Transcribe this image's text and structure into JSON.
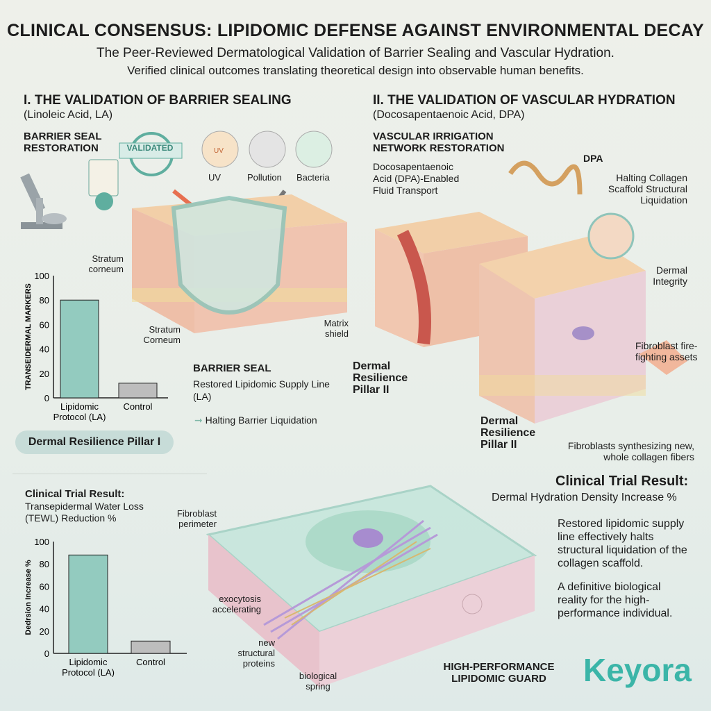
{
  "header": {
    "title": "CLINICAL CONSENSUS: LIPIDOMIC DEFENSE AGAINST ENVIRONMENTAL DECAY",
    "subtitle": "The Peer-Reviewed Dermatological Validation of Barrier Sealing and Vascular Hydration.",
    "tagline": "Verified clinical outcomes translating theoretical design into observable human benefits."
  },
  "section1": {
    "heading": "I. THE VALIDATION OF BARRIER SEALING",
    "sub": "(Linoleic Acid, LA)",
    "restoration": "BARRIER SEAL RESTORATION",
    "badge": "VALIDATED",
    "threats": [
      "UV",
      "Pollution",
      "Bacteria"
    ],
    "uv_icon_text": "UV",
    "stratum_upper": "Stratum corneum",
    "stratum_lower": "Stratum Corneum",
    "matrix": "Matrix shield",
    "barrier_title": "BARRIER SEAL",
    "barrier_text": "Restored Lipidomic Supply Line (LA)",
    "halting": "Halting Barrier Liquidation",
    "pillar": "Dermal Resilience Pillar I"
  },
  "section2": {
    "heading": "II. THE VALIDATION OF VASCULAR HYDRATION",
    "sub": "(Docosapentaenoic Acid, DPA)",
    "network": "VASCULAR IRRIGATION NETWORK RESTORATION",
    "dpa_text": "Docosapentaenoic Acid (DPA)-Enabled Fluid Transport",
    "dpa_label": "DPA",
    "halting": "Halting Collagen Scaffold Structural Liquidation",
    "integrity": "Dermal Integrity",
    "fibro_fire": "Fibroblast fire-fighting assets",
    "fibro_synth": "Fibroblasts synthesizing new, whole collagen fibers",
    "pillar_a": "Dermal Resilience Pillar II",
    "pillar_b": "Dermal Resilience Pillar II",
    "trial_title": "Clinical Trial Result:",
    "trial_sub": "Dermal Hydration Density Increase %",
    "para1": "Restored lipidomic supply line effectively halts structural liquidation of the collagen scaffold.",
    "para2": "A definitive biological reality for the high-performance individual."
  },
  "center": {
    "perimeter": "Fibroblast perimeter",
    "exocytosis": "exocytosis accelerating",
    "proteins": "new structural proteins",
    "spring": "biological spring",
    "guard": "HIGH-PERFORMANCE LIPIDOMIC GUARD"
  },
  "trial1": {
    "title": "Clinical Trial Result:",
    "sub": "Transepidermal Water Loss (TEWL) Reduction %"
  },
  "brand": {
    "logo": "Keyora"
  },
  "colors": {
    "teal": "#93cbbf",
    "gray": "#bdbdbd",
    "accent": "#3bb5a8"
  },
  "chart_data": [
    {
      "type": "bar",
      "title": "",
      "ylabel": "TRANSEIDERMAL MARKERS",
      "categories": [
        "Lipidomic Protocol (LA)",
        "Control"
      ],
      "values": [
        80,
        12
      ],
      "ylim": [
        0,
        100
      ],
      "yticks": [
        0,
        20,
        40,
        60,
        80,
        100
      ]
    },
    {
      "type": "bar",
      "title": "Clinical Trial Result: Transepidermal Water Loss (TEWL) Reduction %",
      "ylabel": "Dedrsion Increase %",
      "categories": [
        "Lipidomic Protocol (LA)",
        "Control"
      ],
      "values": [
        88,
        11
      ],
      "ylim": [
        0,
        100
      ],
      "yticks": [
        0,
        20,
        40,
        60,
        80,
        100
      ]
    }
  ]
}
